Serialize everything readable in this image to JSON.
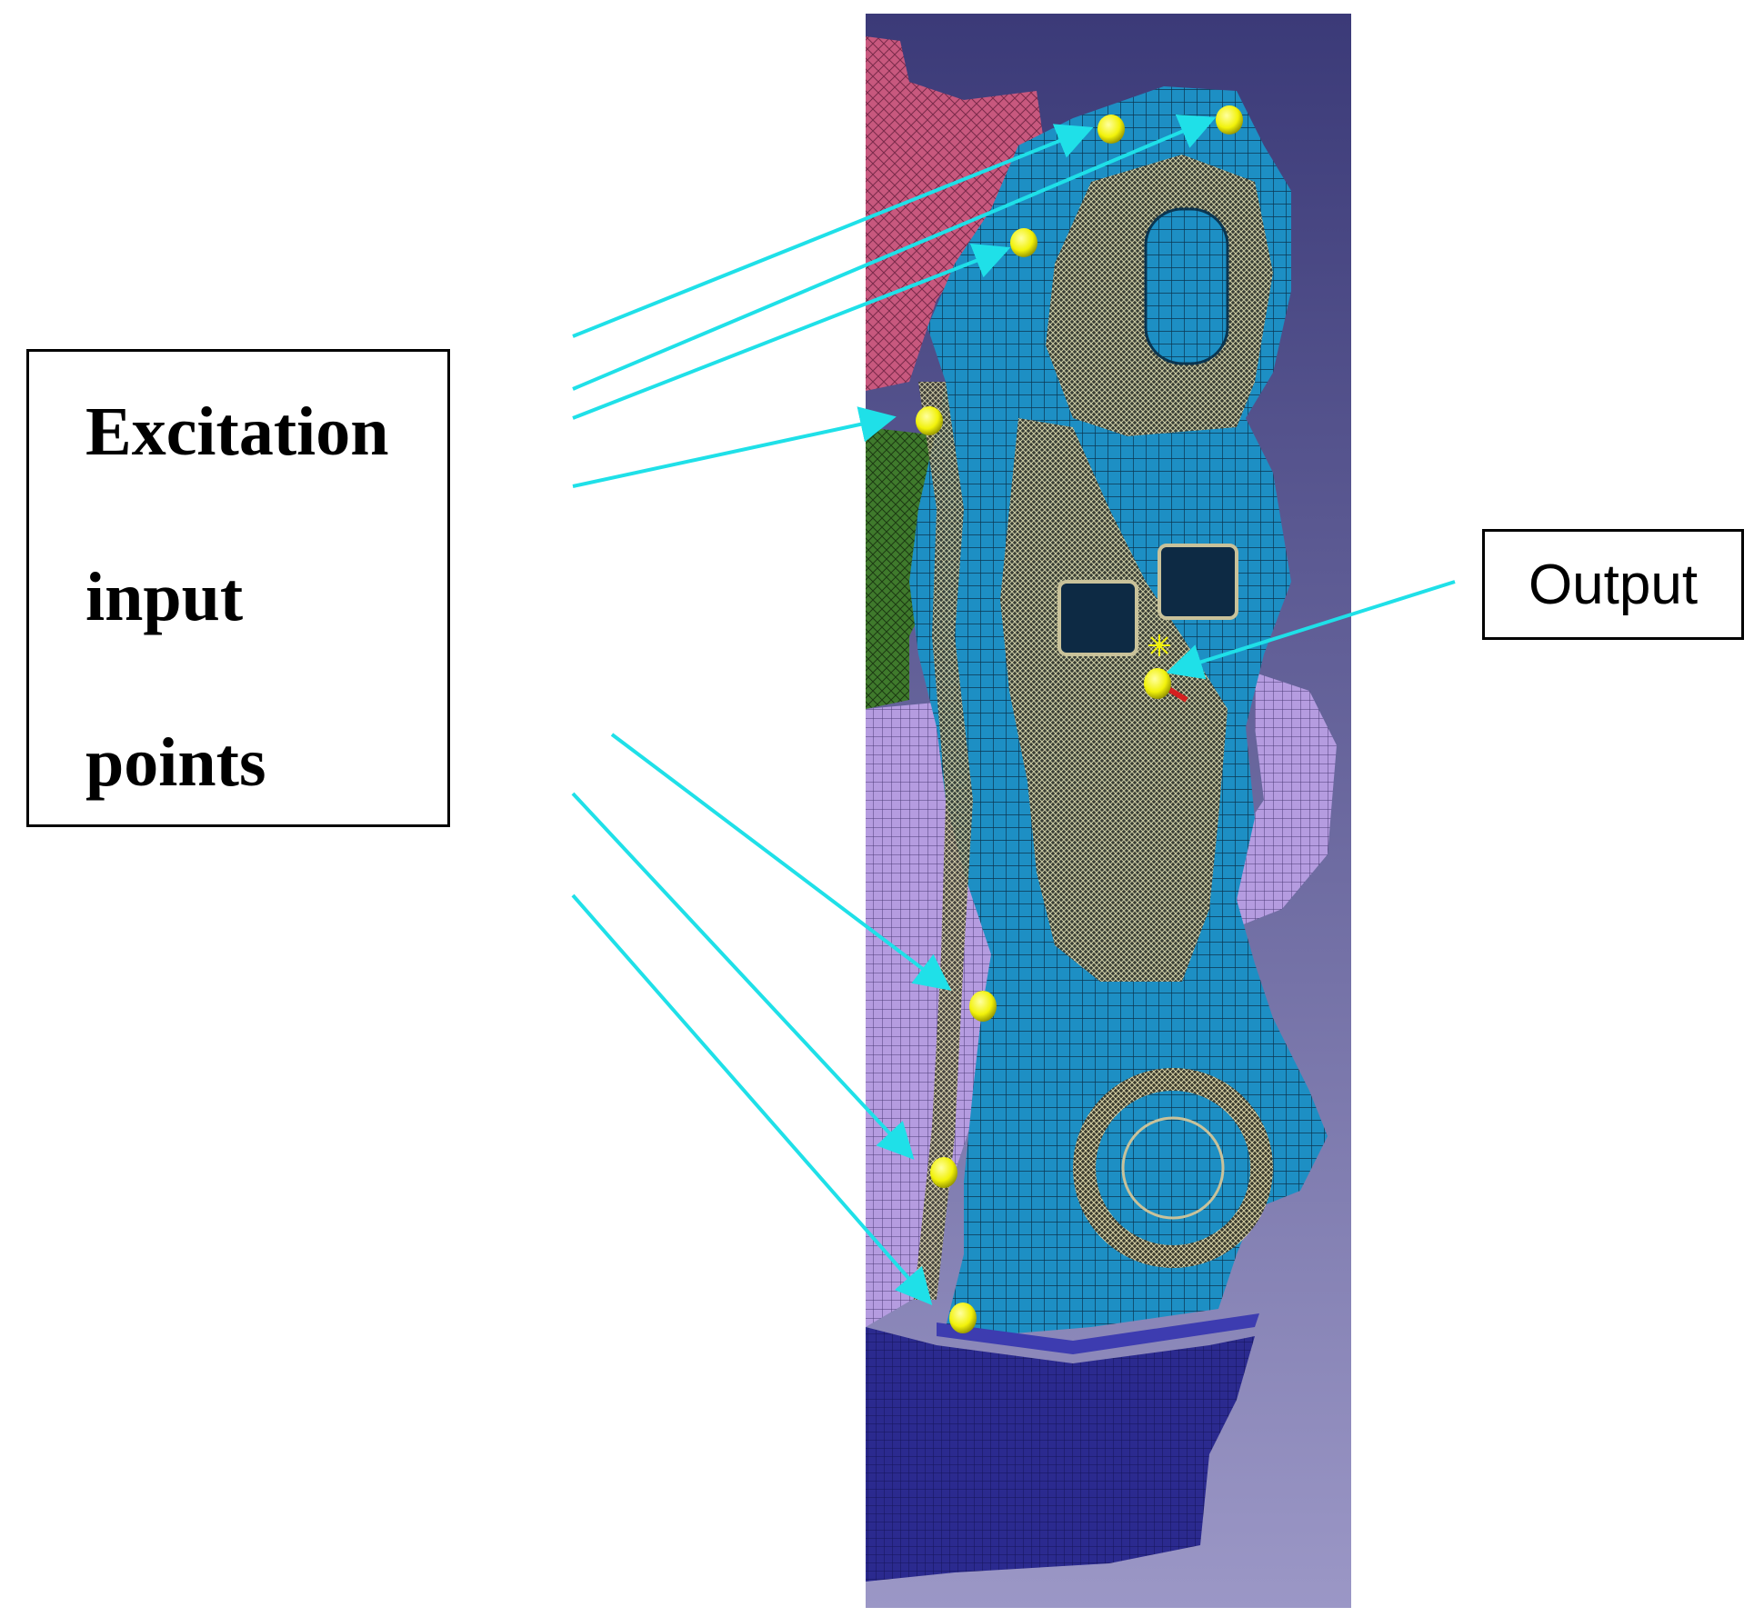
{
  "excitation_label": {
    "lines": [
      "Excitation",
      "input",
      "points"
    ]
  },
  "output_label": "Output",
  "colors": {
    "background": "#ffffff",
    "viewport_top": "#3b3a78",
    "viewport_bottom": "#9b97c6",
    "arrow": "#1fe0e8",
    "mesh_main": "#1d8fc4",
    "mesh_dense": "#c9c29a",
    "head_pink": "#c8587e",
    "block_green": "#3f7a2c",
    "block_lavender": "#b59ce0",
    "oil_pan": "#2b2a8f",
    "marker": "#f2f20a"
  }
}
